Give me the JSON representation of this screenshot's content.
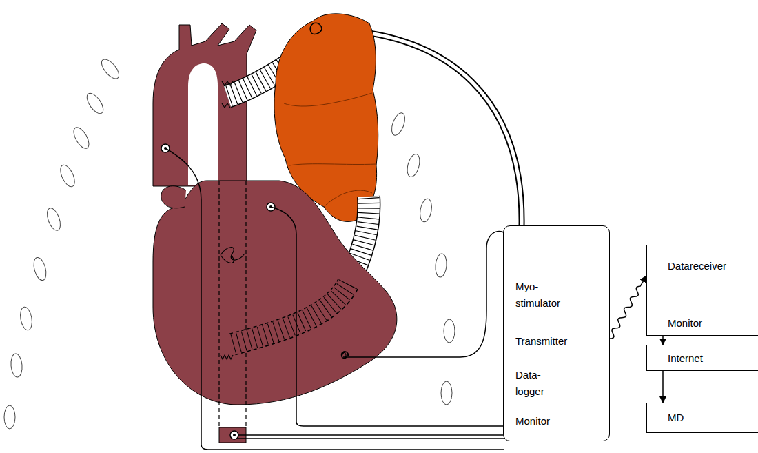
{
  "diagram": {
    "nodes": [
      {
        "text": [
          "Myo- stimulator",
          "Transmitter",
          "Data- logger",
          "Monitor"
        ]
      },
      {
        "text": [
          "Datareceiver",
          "Monitor"
        ]
      },
      {
        "text": [
          "Internet"
        ]
      },
      {
        "text": [
          "MD"
        ]
      }
    ],
    "edges": [
      {
        "from": 0,
        "to": 1,
        "arrow": "to"
      },
      {
        "from": 1,
        "to": 2,
        "arrow": "to"
      },
      {
        "from": 2,
        "to": 3,
        "arrow": "to"
      }
    ]
  }
}
